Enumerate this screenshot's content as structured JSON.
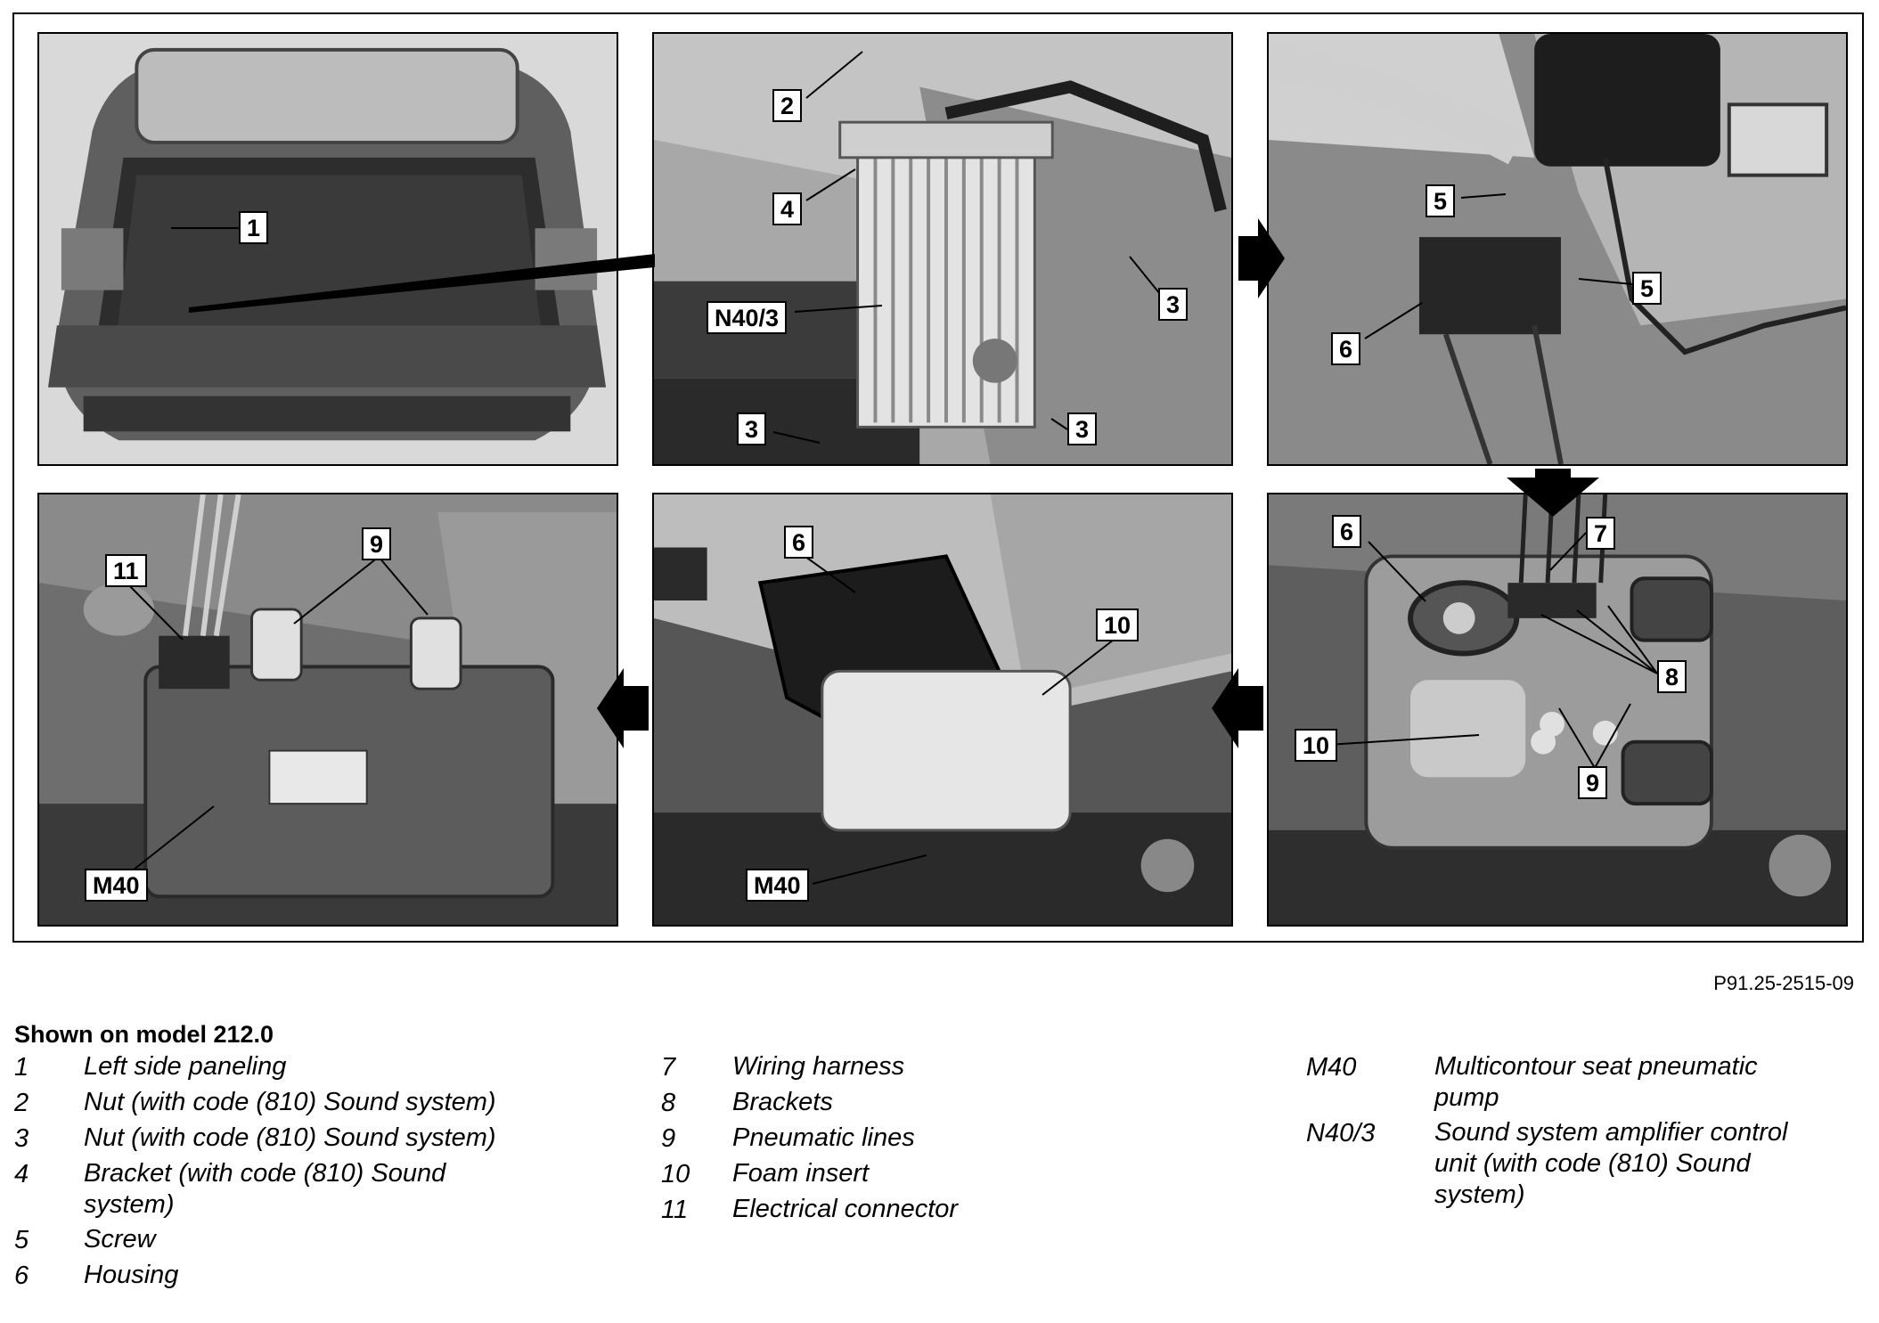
{
  "figure_id": "P91.25-2515-09",
  "legend": {
    "title": "Shown on model 212.0",
    "columns": [
      [
        {
          "key": "1",
          "text": "Left side paneling"
        },
        {
          "key": "2",
          "text": "Nut (with code (810) Sound system)"
        },
        {
          "key": "3",
          "text": "Nut (with code (810) Sound system)"
        },
        {
          "key": "4",
          "text": "Bracket (with code (810) Sound system)"
        },
        {
          "key": "5",
          "text": "Screw"
        },
        {
          "key": "6",
          "text": "Housing"
        }
      ],
      [
        {
          "key": "7",
          "text": "Wiring harness"
        },
        {
          "key": "8",
          "text": "Brackets"
        },
        {
          "key": "9",
          "text": "Pneumatic lines"
        },
        {
          "key": "10",
          "text": "Foam insert"
        },
        {
          "key": "11",
          "text": "Electrical connector"
        }
      ],
      [
        {
          "key": "M40",
          "text": "Multicontour seat pneumatic pump"
        },
        {
          "key": "N40/3",
          "text": "Sound system amplifier control unit (with code (810) Sound system)"
        }
      ]
    ]
  },
  "panels": [
    {
      "id": "trunk",
      "callouts": [
        "1"
      ]
    },
    {
      "id": "amplifier",
      "callouts": [
        "2",
        "4",
        "N40/3",
        "3",
        "3",
        "3"
      ]
    },
    {
      "id": "housing-screws",
      "callouts": [
        "5",
        "5",
        "6"
      ]
    },
    {
      "id": "housing-bracket",
      "callouts": [
        "6",
        "7",
        "8",
        "10",
        "9"
      ]
    },
    {
      "id": "foam-insert",
      "callouts": [
        "6",
        "10",
        "M40"
      ]
    },
    {
      "id": "pump",
      "callouts": [
        "11",
        "9",
        "M40"
      ]
    }
  ]
}
